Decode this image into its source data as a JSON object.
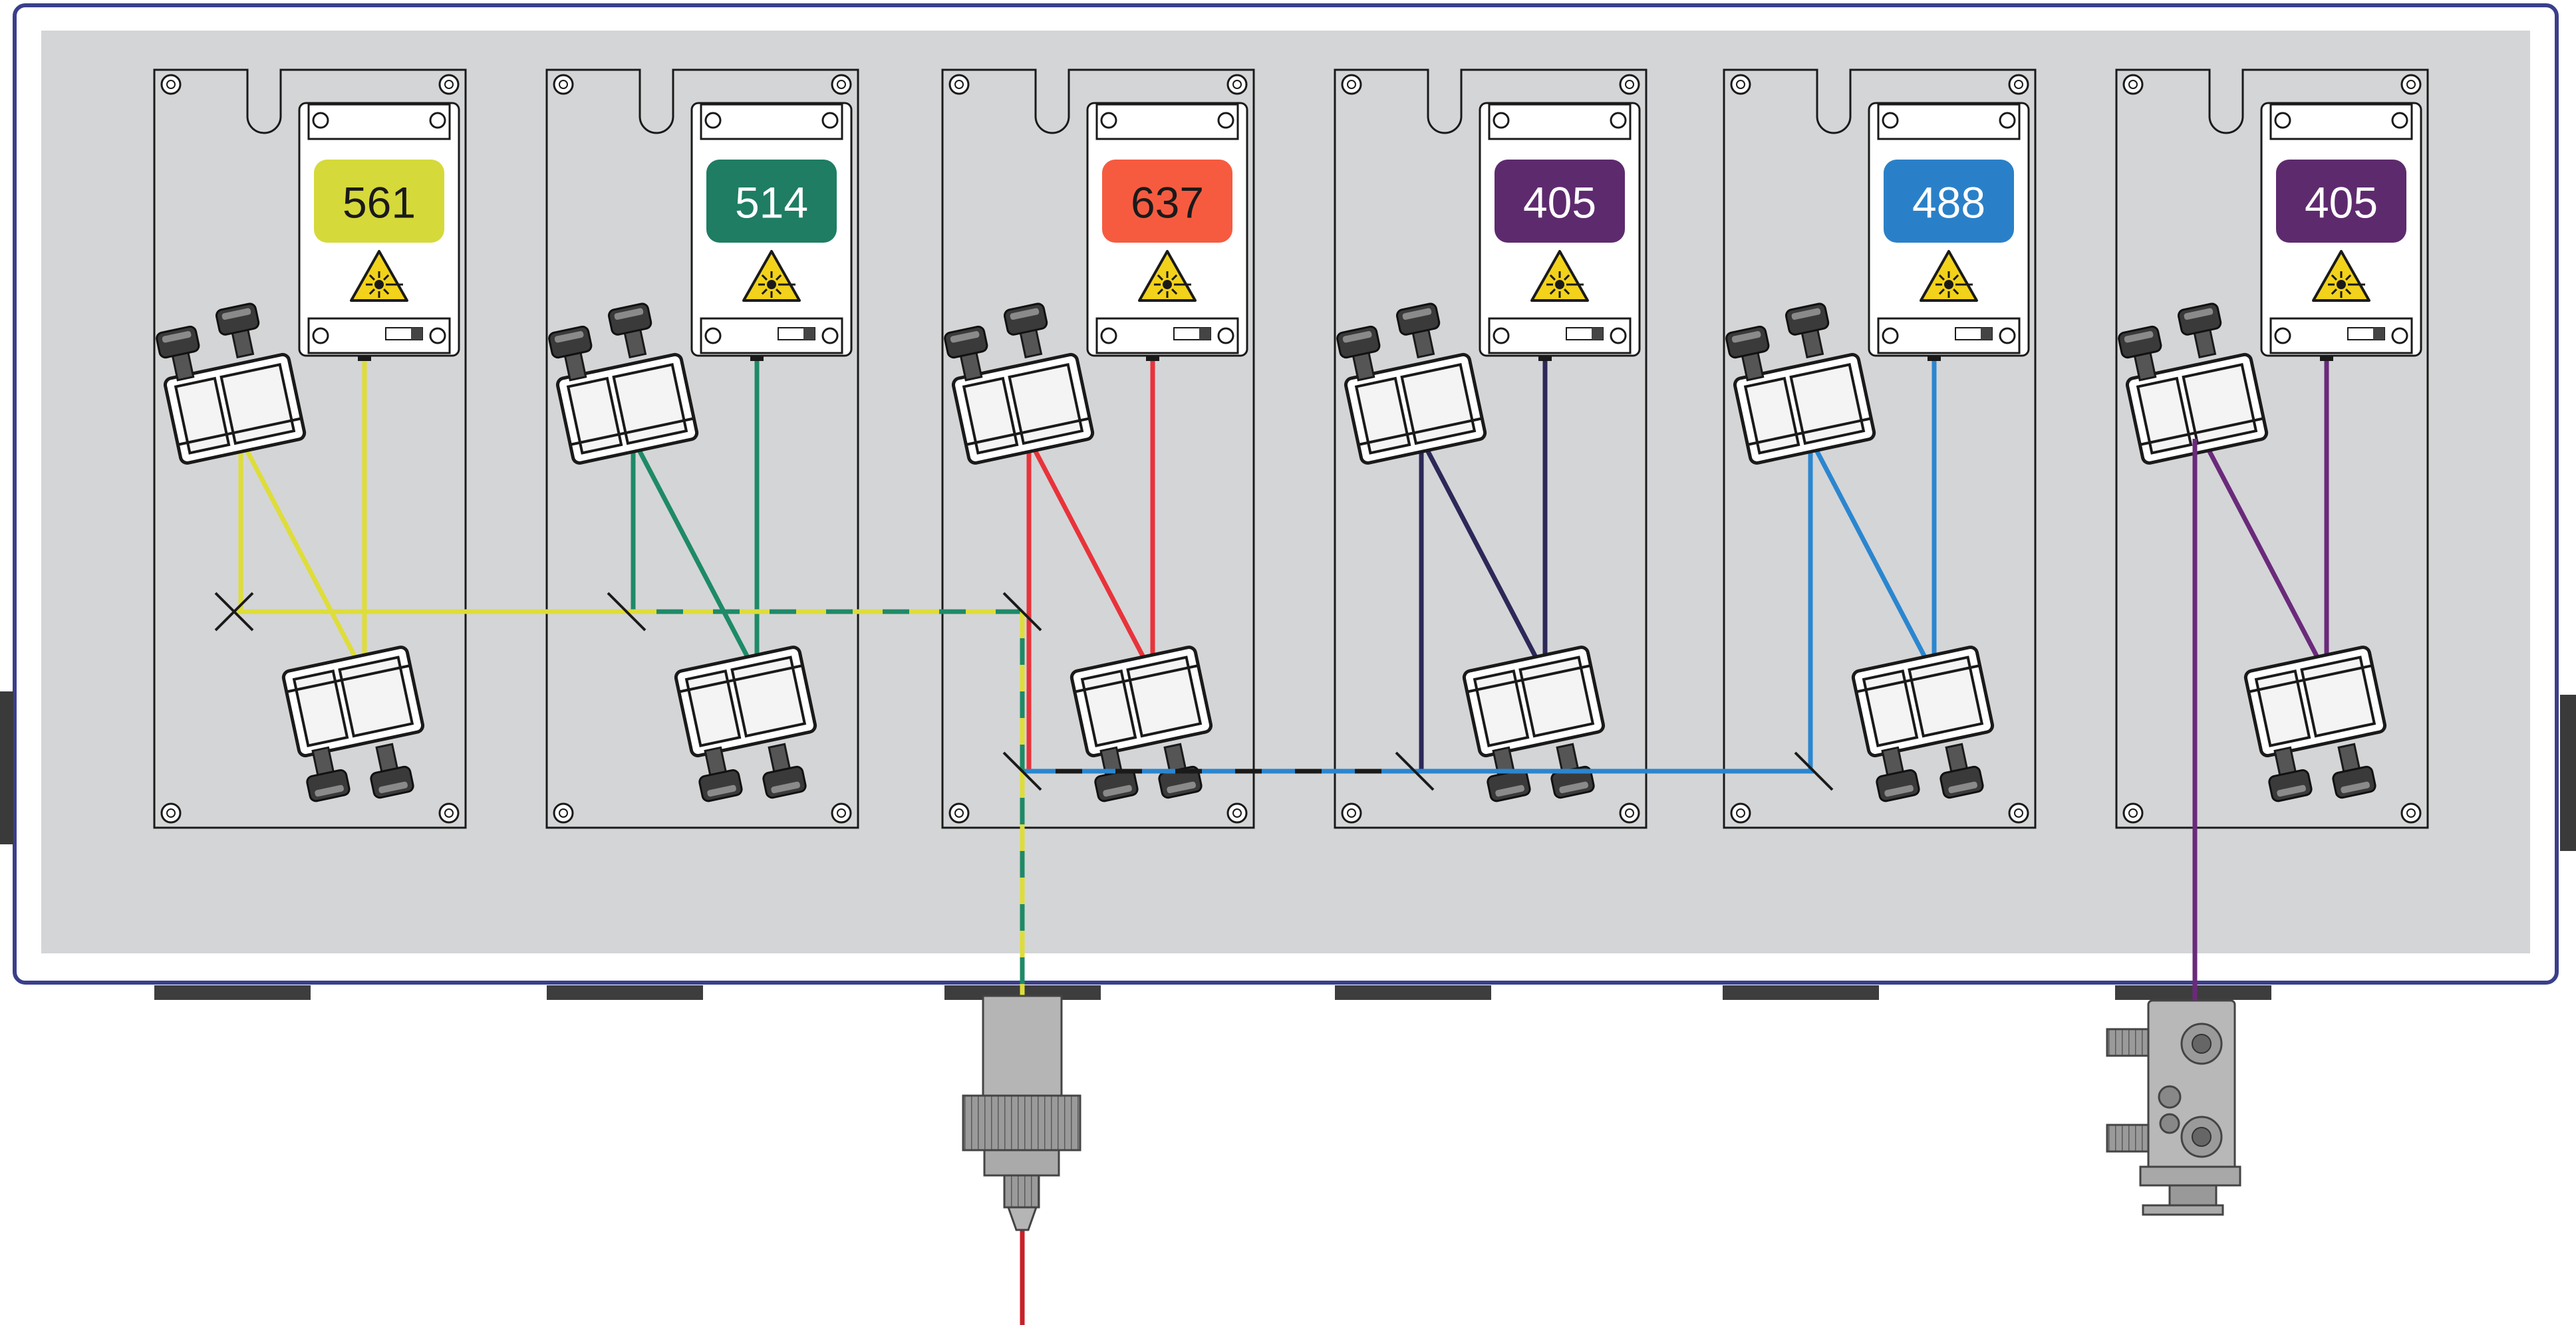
{
  "modules": [
    {
      "label": "561",
      "label_color": "#d6d93a",
      "text_color": "#1a1a1a",
      "beam_color": "#dedd3a",
      "icon": "laser-warning-icon"
    },
    {
      "label": "514",
      "label_color": "#1e7d63",
      "text_color": "#ffffff",
      "beam_color": "#1e8a66",
      "icon": "laser-warning-icon"
    },
    {
      "label": "637",
      "label_color": "#f65b40",
      "text_color": "#1a1a1a",
      "beam_color": "#e8333a",
      "icon": "laser-warning-icon"
    },
    {
      "label": "405",
      "label_color": "#5e2a6e",
      "text_color": "#ffffff",
      "beam_color": "#2c2858",
      "icon": "laser-warning-icon"
    },
    {
      "label": "488",
      "label_color": "#2a80c8",
      "text_color": "#ffffff",
      "beam_color": "#2b86cf",
      "icon": "laser-warning-icon"
    },
    {
      "label": "405",
      "label_color": "#5e2a6e",
      "text_color": "#ffffff",
      "beam_color": "#6a2a7a",
      "icon": "laser-warning-icon"
    }
  ],
  "colors": {
    "enclosure_fill": "#d4d5d7",
    "enclosure_border": "#3a3f8a",
    "plate_stroke": "#1a1a1a",
    "fiber_output": "#c8202a",
    "warning_yellow": "#f2d21a"
  }
}
